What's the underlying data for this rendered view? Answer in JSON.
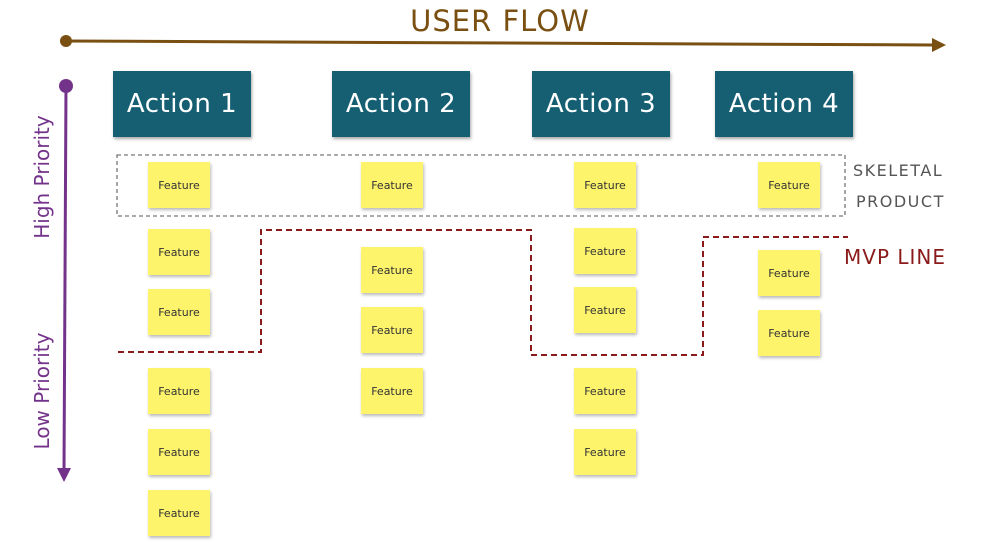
{
  "title": "USER FLOW",
  "axis": {
    "high": "High Priority",
    "low": "Low Priority"
  },
  "actions": [
    "Action 1",
    "Action 2",
    "Action 3",
    "Action 4"
  ],
  "feature_label": "Feature",
  "columns": [
    {
      "action": "Action 1",
      "features": 6
    },
    {
      "action": "Action 2",
      "features": 4
    },
    {
      "action": "Action 3",
      "features": 5
    },
    {
      "action": "Action 4",
      "features": 3
    }
  ],
  "skeletal": {
    "line1": "SKELETAL",
    "line2": "PRODUCT"
  },
  "mvp_label": "MVP LINE",
  "colors": {
    "flow_arrow": "#7a5012",
    "priority_arrow": "#74338a",
    "action_box": "#165f73",
    "sticky_note": "#fdf46c",
    "mvp_line": "#8b1a1a"
  }
}
